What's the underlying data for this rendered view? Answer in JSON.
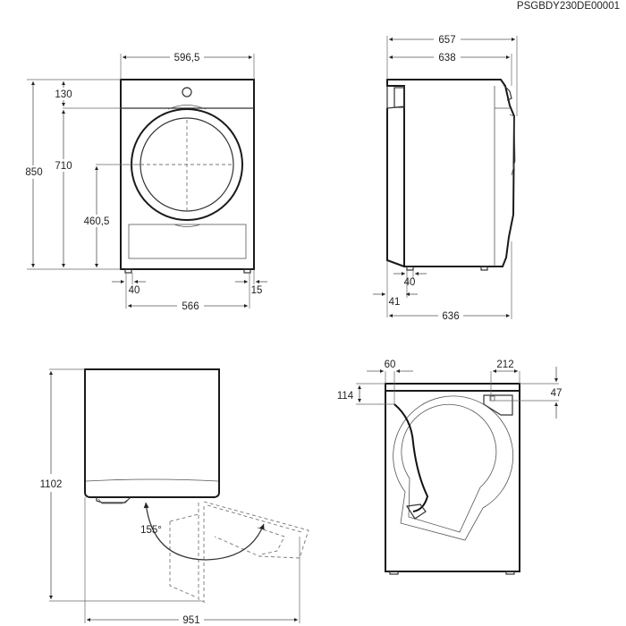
{
  "drawing_code": "PSGBDY230DE00001",
  "front_view": {
    "width": "596,5",
    "top_panel_height": "130",
    "total_height": "850",
    "height_to_top_panel": "710",
    "door_center_height": "460,5",
    "foot_offset_left": "40",
    "foot_offset_right": "15",
    "feet_span": "566"
  },
  "side_view": {
    "depth_with_door": "657",
    "depth_body": "638",
    "foot_offset": "40",
    "rear_offset": "41",
    "base_depth": "636"
  },
  "door_open_view": {
    "total_depth_open": "1102",
    "total_width_open": "951",
    "door_angle": "155°"
  },
  "rear_view": {
    "cable_offset_x": "60",
    "cable_offset_y": "114",
    "drain_offset_x": "212",
    "drain_offset_y": "47"
  }
}
